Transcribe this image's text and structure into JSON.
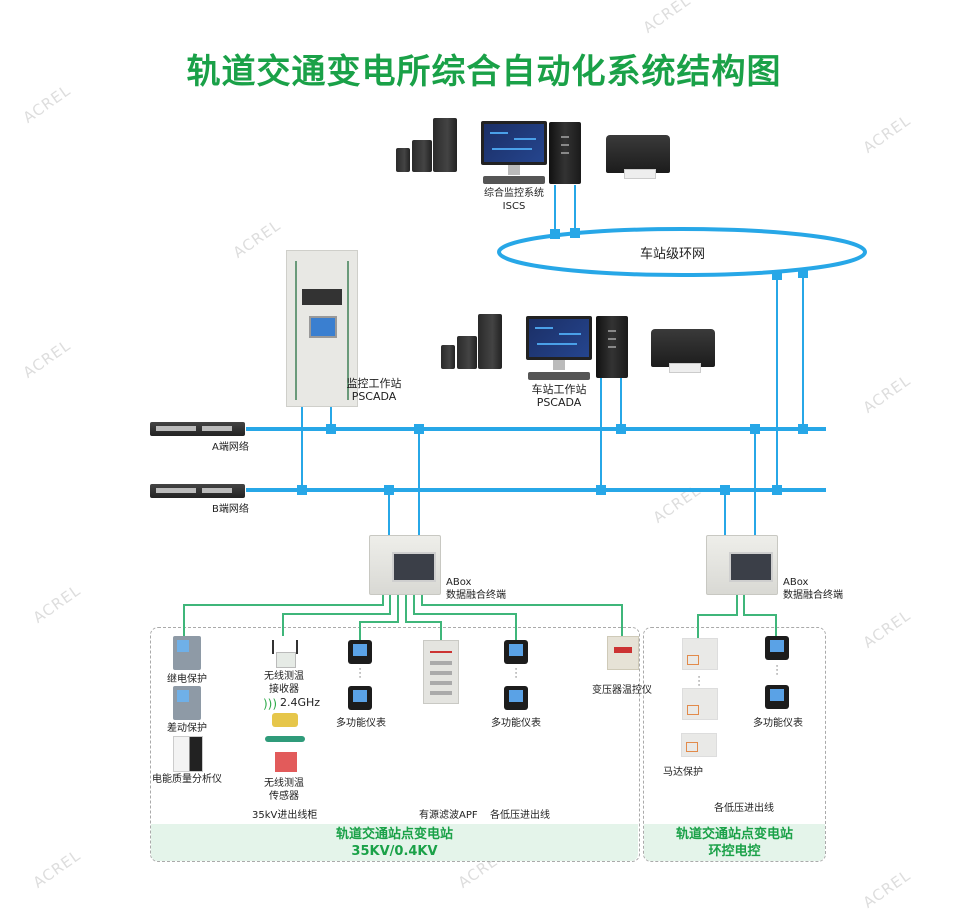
{
  "title": "轨道交通变电所综合自动化系统结构图",
  "watermark": "ACREL",
  "colors": {
    "title_green": "#1aa148",
    "network_blue": "#27a7e7",
    "field_green": "#3fb67a",
    "band_green_bg": "#e4f4ea",
    "dashed_border": "#aaaaaa"
  },
  "top_station": {
    "name": "综合监控系统",
    "code": "ISCS"
  },
  "ring_network": {
    "label": "车站级环网"
  },
  "monitor_workstation": {
    "name": "监控工作站",
    "code": "PSCADA"
  },
  "station_workstation": {
    "name": "车站工作站",
    "code": "PSCADA"
  },
  "networks": {
    "a": "A端网络",
    "b": "B端网络"
  },
  "abox_left": {
    "line1": "ABox",
    "line2": "数据融合终端"
  },
  "abox_right": {
    "line1": "ABox",
    "line2": "数据融合终端"
  },
  "left_section": {
    "devices": {
      "relay_protection": "继电保护",
      "differential_protection": "差动保护",
      "power_quality_analyzer": "电能质量分析仪",
      "wireless_receiver": "无线测温\n接收器",
      "frequency": "2.4GHz",
      "wireless_sensor": "无线测温\n传感器",
      "multifunction_meter_1": "多功能仪表",
      "multifunction_meter_2": "多功能仪表",
      "transformer_temp_controller": "变压器温控仪"
    },
    "column_labels": {
      "incoming_35kv": "35kV进出线柜",
      "apf": "有源滤波APF",
      "low_voltage": "各低压进出线"
    },
    "band": {
      "line1": "轨道交通站点变电站",
      "line2": "35KV/0.4KV"
    }
  },
  "right_section": {
    "devices": {
      "motor_protection": "马达保护",
      "multifunction_meter": "多功能仪表"
    },
    "column_labels": {
      "low_voltage": "各低压进出线"
    },
    "band": {
      "line1": "轨道交通站点变电站",
      "line2": "环控电控"
    }
  }
}
